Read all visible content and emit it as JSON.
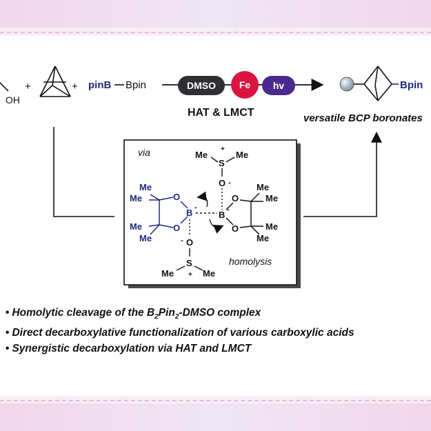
{
  "reaction": {
    "reagent_pinb": "pinB",
    "reagent_bpin": "Bpin",
    "plus1": "+",
    "plus2": "+",
    "oh": "OH",
    "pills": [
      {
        "label": "DMSO",
        "color": "#2f2f33"
      },
      {
        "label": "Fe",
        "color": "#d8143f"
      },
      {
        "label": "hv",
        "color": "#4b2a8f"
      }
    ],
    "condition_text": "HAT & LMCT",
    "product_label": "versatile BCP boronates",
    "product_bpin": "Bpin"
  },
  "mechanism": {
    "via": "via",
    "homolysis": "homolysis",
    "me": "Me",
    "atoms": {
      "s": "S",
      "o": "O",
      "b": "B",
      "plus": "+",
      "minus": "-"
    }
  },
  "bullets": [
    {
      "pre": "Homolytic cleavage of the B",
      "sub1": "2",
      "mid": "Pin",
      "sub2": "2",
      "post": "-DMSO complex"
    },
    {
      "pre": "Direct decarboxylative functionalization of various carboxylic acids",
      "sub1": "",
      "mid": "",
      "sub2": "",
      "post": ""
    },
    {
      "pre": "Synergistic decarboxylation via HAT and LMCT",
      "sub1": "",
      "mid": "",
      "sub2": "",
      "post": ""
    }
  ],
  "colors": {
    "navy": "#1d2a7a",
    "dmso": "#2f2f33",
    "fe": "#d8143f",
    "hv": "#4b2a8f"
  }
}
